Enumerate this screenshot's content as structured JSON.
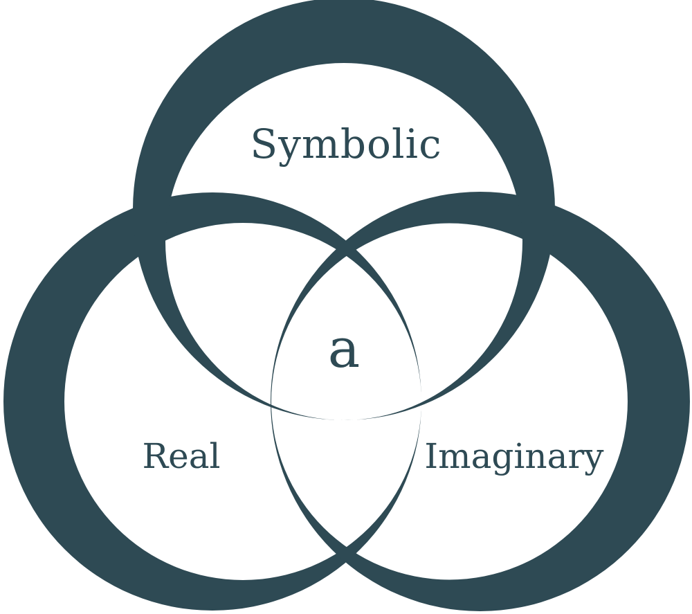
{
  "diagram": {
    "labels": {
      "top": "Symbolic",
      "left": "Real",
      "right": "Imaginary",
      "center": "a"
    },
    "colors": {
      "ring": "#2e4a54",
      "background": "#ffffff"
    }
  }
}
